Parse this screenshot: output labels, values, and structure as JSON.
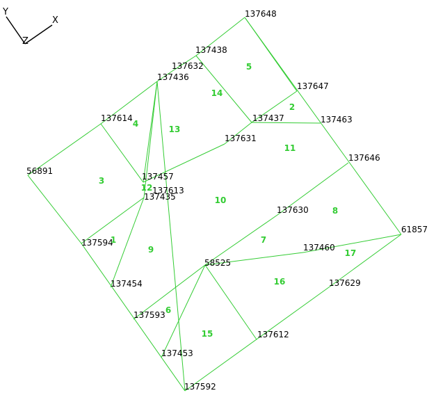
{
  "colors": {
    "mesh": "#33cc33",
    "element_label": "#33cc33",
    "node_label": "#000000",
    "axis": "#000000",
    "background": "#ffffff"
  },
  "axes": {
    "x": "X",
    "y": "Y",
    "z": "Z"
  },
  "nodes": [
    {
      "id": "137648"
    },
    {
      "id": "137438"
    },
    {
      "id": "137632"
    },
    {
      "id": "137436"
    },
    {
      "id": "137647"
    },
    {
      "id": "137437"
    },
    {
      "id": "137463"
    },
    {
      "id": "137614"
    },
    {
      "id": "137631"
    },
    {
      "id": "137646"
    },
    {
      "id": "56891"
    },
    {
      "id": "137457"
    },
    {
      "id": "137613"
    },
    {
      "id": "137435"
    },
    {
      "id": "137630"
    },
    {
      "id": "61857"
    },
    {
      "id": "137594"
    },
    {
      "id": "137460"
    },
    {
      "id": "58525"
    },
    {
      "id": "137454"
    },
    {
      "id": "137629"
    },
    {
      "id": "137593"
    },
    {
      "id": "137612"
    },
    {
      "id": "137453"
    },
    {
      "id": "137592"
    }
  ],
  "elements": [
    {
      "id": "1"
    },
    {
      "id": "2"
    },
    {
      "id": "3"
    },
    {
      "id": "4"
    },
    {
      "id": "5"
    },
    {
      "id": "6"
    },
    {
      "id": "7"
    },
    {
      "id": "8"
    },
    {
      "id": "9"
    },
    {
      "id": "10"
    },
    {
      "id": "11"
    },
    {
      "id": "12"
    },
    {
      "id": "13"
    },
    {
      "id": "14"
    },
    {
      "id": "15"
    },
    {
      "id": "16"
    },
    {
      "id": "17"
    }
  ]
}
